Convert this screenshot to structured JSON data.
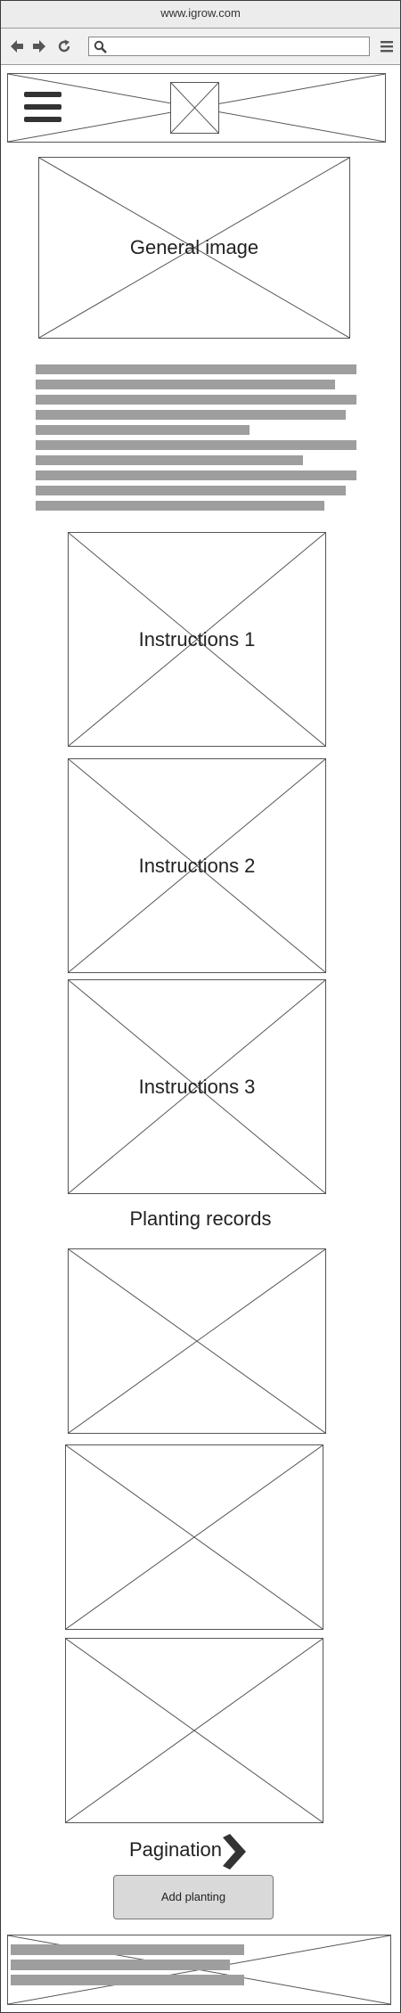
{
  "browser": {
    "url": "www.igrow.com",
    "back_icon": "arrow-left-icon",
    "forward_icon": "arrow-right-icon",
    "reload_icon": "reload-icon",
    "search_icon": "search-icon",
    "menu_icon": "hamburger-icon",
    "search_value": ""
  },
  "header": {
    "menu_icon": "hamburger-menu-icon",
    "logo": "logo-image-placeholder"
  },
  "main": {
    "general_image_label": "General image",
    "instructions": [
      {
        "label": "Instructions 1"
      },
      {
        "label": "Instructions 2"
      },
      {
        "label": "Instructions 3"
      }
    ],
    "planting_records_title": "Planting records",
    "pagination_label": "Pagination",
    "pagination_icon": "chevron-right-icon",
    "add_button_label": "Add planting"
  },
  "footer": {
    "image": "footer-image-placeholder"
  },
  "colors": {
    "text_bar": "#9e9e9e",
    "placeholder_border": "#555555",
    "button_bg": "#d9d9d9"
  }
}
